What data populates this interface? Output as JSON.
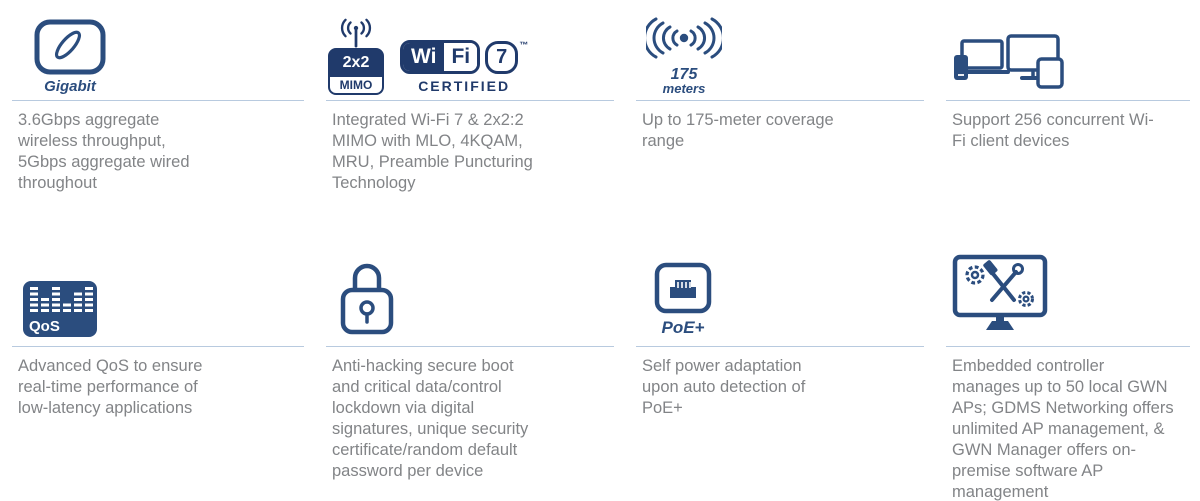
{
  "colors": {
    "accent": "#2b4d7e",
    "logo_navy": "#203a6b",
    "text_gray": "#828487",
    "divider": "#b8cadf"
  },
  "features": [
    {
      "name": "gigabit-throughput",
      "icon_label": "Gigabit",
      "description": "3.6Gbps aggregate wireless throughput, 5Gbps aggregate wired throughout"
    },
    {
      "name": "wifi7-mimo",
      "badge": {
        "top": "2x2",
        "bottom": "MIMO"
      },
      "logo": {
        "wi": "Wi",
        "fi": "Fi",
        "seven": "7",
        "tm": "™",
        "certified": "CERTIFIED"
      },
      "description": "Integrated Wi-Fi 7 & 2x2:2 MIMO with MLO, 4KQAM, MRU, Preamble Puncturing Technology"
    },
    {
      "name": "coverage-range",
      "icon_label": {
        "number": "175",
        "unit": "meters"
      },
      "description": "Up to 175-meter coverage range"
    },
    {
      "name": "client-capacity",
      "description": "Support 256 concurrent Wi-Fi client devices"
    },
    {
      "name": "qos",
      "icon_label": "QoS",
      "description": "Advanced QoS to ensure real-time performance of low-latency applications"
    },
    {
      "name": "security",
      "description": "Anti-hacking secure boot and critical data/control lockdown via digital signatures, unique security certificate/random default password per device"
    },
    {
      "name": "poe",
      "icon_label": "PoE+",
      "description": "Self power adaptation upon auto detection of PoE+"
    },
    {
      "name": "management",
      "description": "Embedded controller manages up to 50 local GWN APs; GDMS Networking offers unlimited AP management, & GWN Manager offers on-premise software AP management"
    }
  ]
}
